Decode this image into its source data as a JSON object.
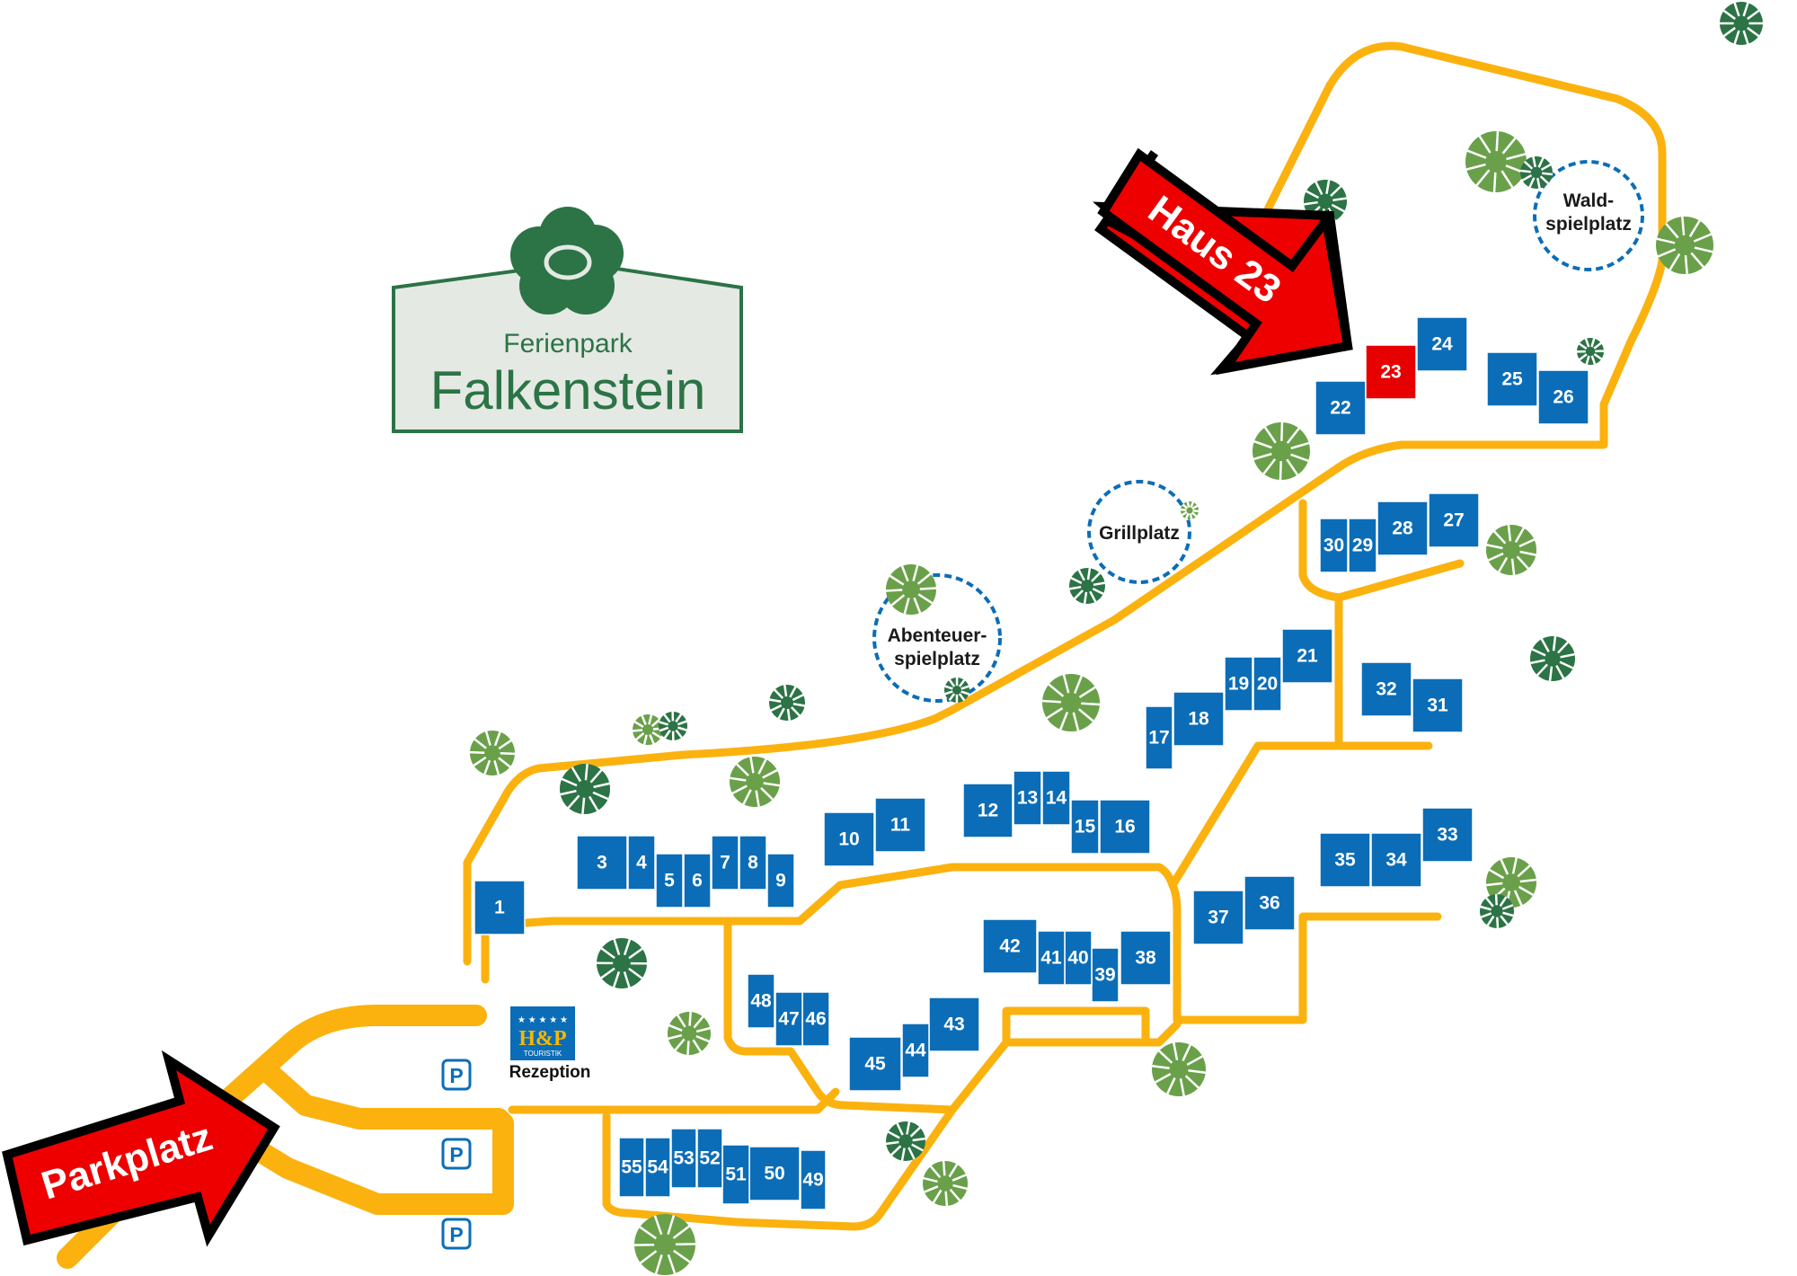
{
  "logo": {
    "subtitle": "Ferienpark",
    "title": "Falkenstein"
  },
  "arrows": {
    "target": "Haus 23",
    "parking": "Parkplatz"
  },
  "reception": {
    "brand_top": "H&P",
    "brand_bottom": "TOURISTIK",
    "label": "Rezeption"
  },
  "parking_sign": "P",
  "poi": {
    "waldspielplatz": [
      "Wald-",
      "spielplatz"
    ],
    "grillplatz": "Grillplatz",
    "abenteuerspielplatz": [
      "Abenteuer-",
      "spielplatz"
    ]
  },
  "colors": {
    "house": "#0b6db7",
    "highlight_house": "#e60000",
    "road": "#fbb20f",
    "logo_green": "#2c7346",
    "arrow_red": "#ee0000"
  },
  "highlighted_house": "23",
  "houses": [
    "1",
    "3",
    "4",
    "5",
    "6",
    "7",
    "8",
    "9",
    "10",
    "11",
    "12",
    "13",
    "14",
    "15",
    "16",
    "17",
    "18",
    "19",
    "20",
    "21",
    "22",
    "23",
    "24",
    "25",
    "26",
    "27",
    "28",
    "29",
    "30",
    "31",
    "32",
    "33",
    "34",
    "35",
    "36",
    "37",
    "38",
    "39",
    "40",
    "41",
    "42",
    "43",
    "44",
    "45",
    "46",
    "47",
    "48",
    "49",
    "50",
    "51",
    "52",
    "53",
    "54",
    "55"
  ]
}
